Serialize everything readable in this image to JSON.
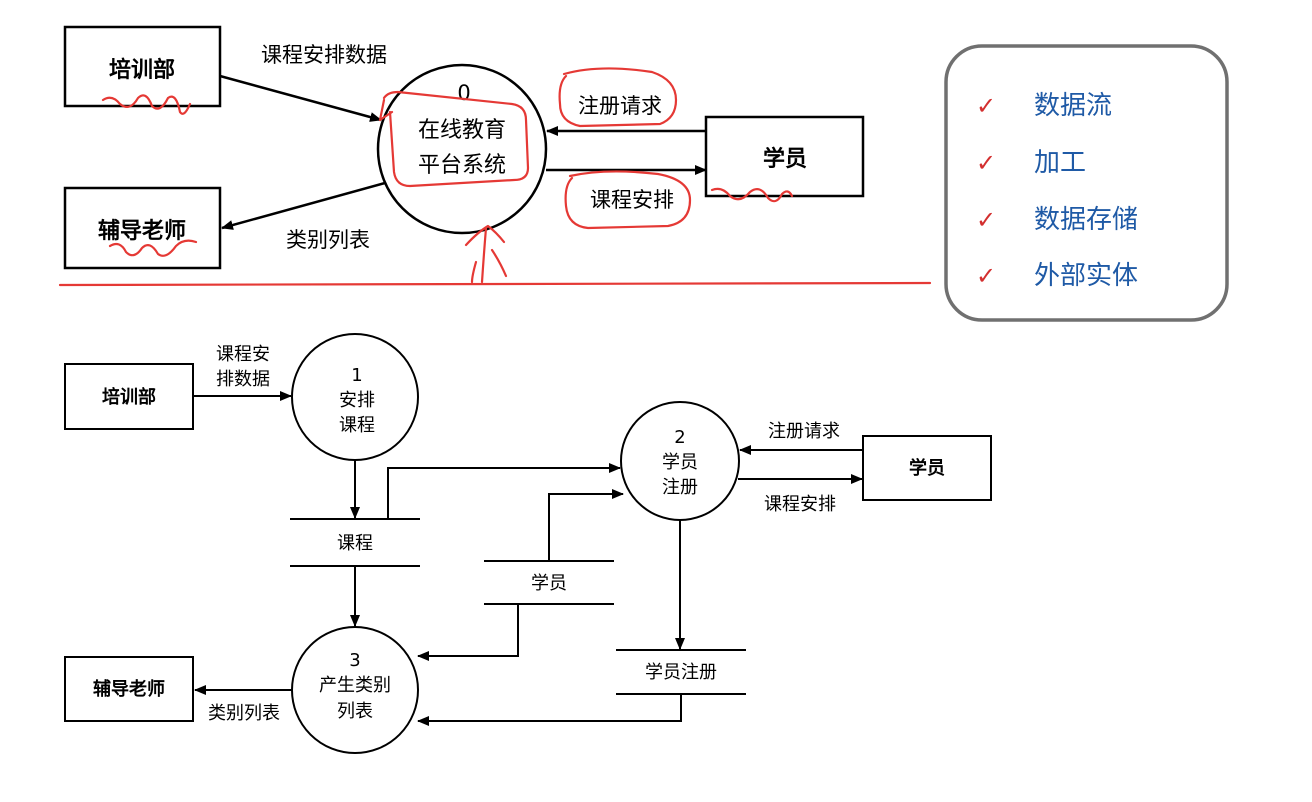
{
  "context_diagram": {
    "entities": {
      "training_dept": "培训部",
      "student": "学员",
      "tutor": "辅导老师"
    },
    "process": {
      "number": "0",
      "line1": "在线教育",
      "line2": "平台系统"
    },
    "flows": {
      "course_schedule_data": "课程安排数据",
      "registration_request": "注册请求",
      "course_schedule": "课程安排",
      "category_list": "类别列表"
    }
  },
  "legend": {
    "items": [
      {
        "check": "✓",
        "label": "数据流"
      },
      {
        "check": "✓",
        "label": "加工"
      },
      {
        "check": "✓",
        "label": "数据存储"
      },
      {
        "check": "✓",
        "label": "外部实体"
      }
    ],
    "check_color": "#d32f2f",
    "label_color": "#1f5aa6"
  },
  "level1_diagram": {
    "entities": {
      "training_dept": "培训部",
      "student": "学员",
      "tutor": "辅导老师"
    },
    "processes": [
      {
        "number": "1",
        "line1": "安排",
        "line2": "课程"
      },
      {
        "number": "2",
        "line1": "学员",
        "line2": "注册"
      },
      {
        "number": "3",
        "line1": "产生类别",
        "line2": "列表"
      }
    ],
    "stores": {
      "course": "课程",
      "student": "学员",
      "registration": "学员注册"
    },
    "flows": {
      "schedule_data_line1": "课程安",
      "schedule_data_line2": "排数据",
      "registration_request": "注册请求",
      "course_schedule": "课程安排",
      "category_list": "类别列表"
    }
  },
  "colors": {
    "ink": "#000000",
    "annotation": "#e53935",
    "legend_border": "#707070"
  }
}
